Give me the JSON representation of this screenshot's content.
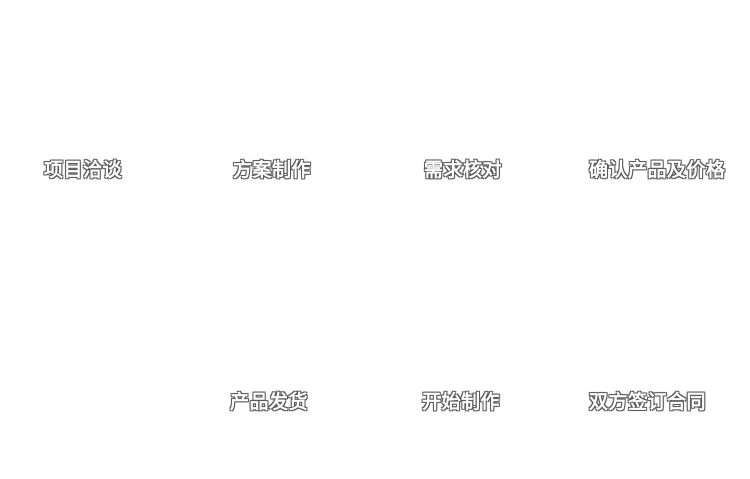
{
  "diagram": {
    "type": "process-flow",
    "background_color": "#ffffff",
    "label_text_color": "#ffffff",
    "label_outline_color": "#5a5a5a",
    "steps": [
      {
        "label": "项目洽谈"
      },
      {
        "label": "方案制作"
      },
      {
        "label": "需求核对"
      },
      {
        "label": "确认产品及价格"
      },
      {
        "label": "双方签订合同"
      },
      {
        "label": "开始制作"
      },
      {
        "label": "产品发货"
      }
    ]
  }
}
